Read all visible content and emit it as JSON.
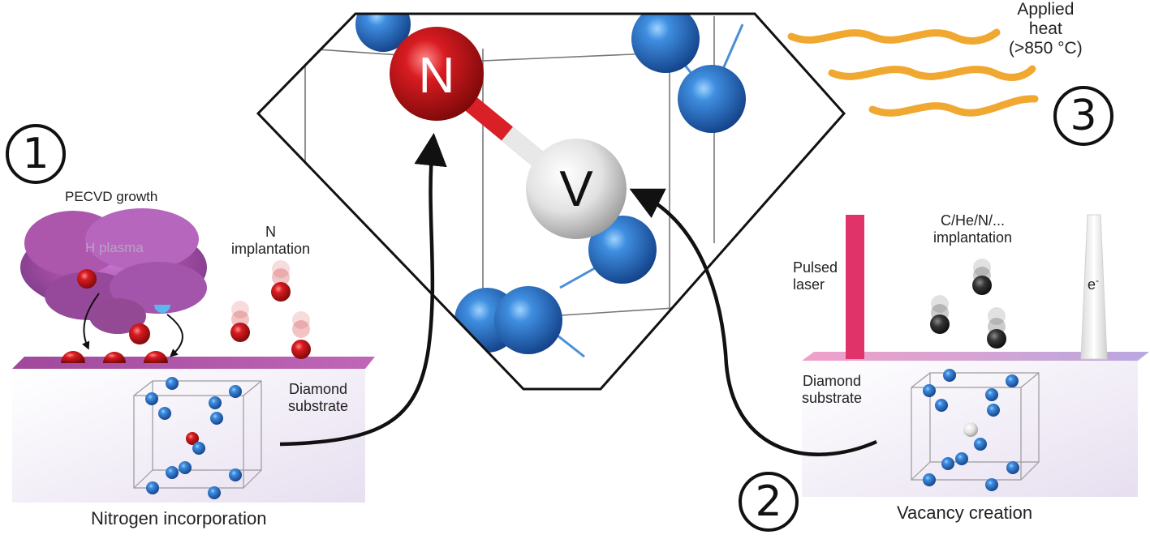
{
  "steps": {
    "one": "1",
    "two": "2",
    "three": "3"
  },
  "left_panel": {
    "pecvd": "PECVD growth",
    "plasma": "H plasma",
    "n_implant_line1": "N",
    "n_implant_line2": "implantation",
    "substrate_line1": "Diamond",
    "substrate_line2": "substrate",
    "caption": "Nitrogen incorporation"
  },
  "right_panel": {
    "implant_line1": "C/He/N/...",
    "implant_line2": "implantation",
    "laser_line1": "Pulsed",
    "laser_line2": "laser",
    "electron": "e",
    "electron_sup": "-",
    "substrate_line1": "Diamond",
    "substrate_line2": "substrate",
    "caption": "Vacancy creation"
  },
  "heat": {
    "line1": "Applied",
    "line2": "heat",
    "line3": "(>850 °C)"
  },
  "center": {
    "nitrogen": "N",
    "vacancy": "V"
  },
  "colors": {
    "nitrogen_red": "#c8161d",
    "carbon_blue": "#1f5fae",
    "vacancy_white": "#e6e6e6",
    "heat_orange": "#f0a830",
    "laser_pink": "#e0336a",
    "plasma_purple": "#9a3c9a",
    "substrate_top": "#b04aa8"
  }
}
